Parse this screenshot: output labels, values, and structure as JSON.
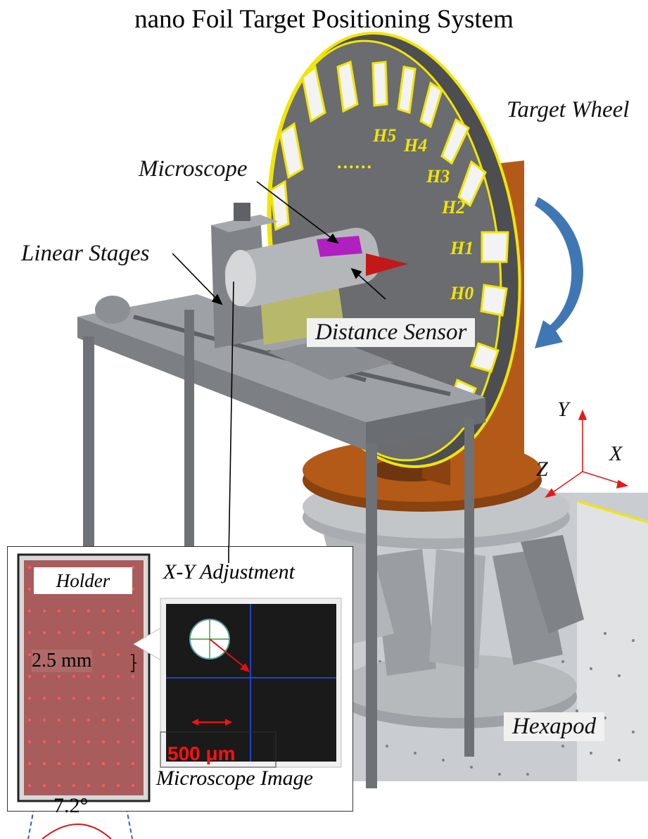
{
  "title": "nano Foil Target Positioning System",
  "labels": {
    "target_wheel": "Target Wheel",
    "microscope": "Microscope",
    "linear_stages": "Linear Stages",
    "distance_sensor": "Distance Sensor",
    "hexapod": "Hexapod"
  },
  "holes": [
    "H5",
    "H4",
    "H3",
    "H2",
    "H1",
    "H0"
  ],
  "dots": "......",
  "axes": {
    "x": "X",
    "y": "Y",
    "z": "Z"
  },
  "inset": {
    "holder": "Holder",
    "xy_adjustment": "X-Y Adjustment",
    "spacing": "2.5 mm",
    "scale_bar": "500 μm",
    "microscope_image": "Microscope Image",
    "angle": "7.2°"
  },
  "colors": {
    "wheel": "#6a6c70",
    "wheel_rim": "#f2e600",
    "bracket": "#b35a18",
    "machinery": "#8a8d91",
    "rotation_arrow": "#3f77b4",
    "axis_arrow": "#e81818",
    "holder": "#a85c5c",
    "holder_dots": "#ff3030"
  }
}
